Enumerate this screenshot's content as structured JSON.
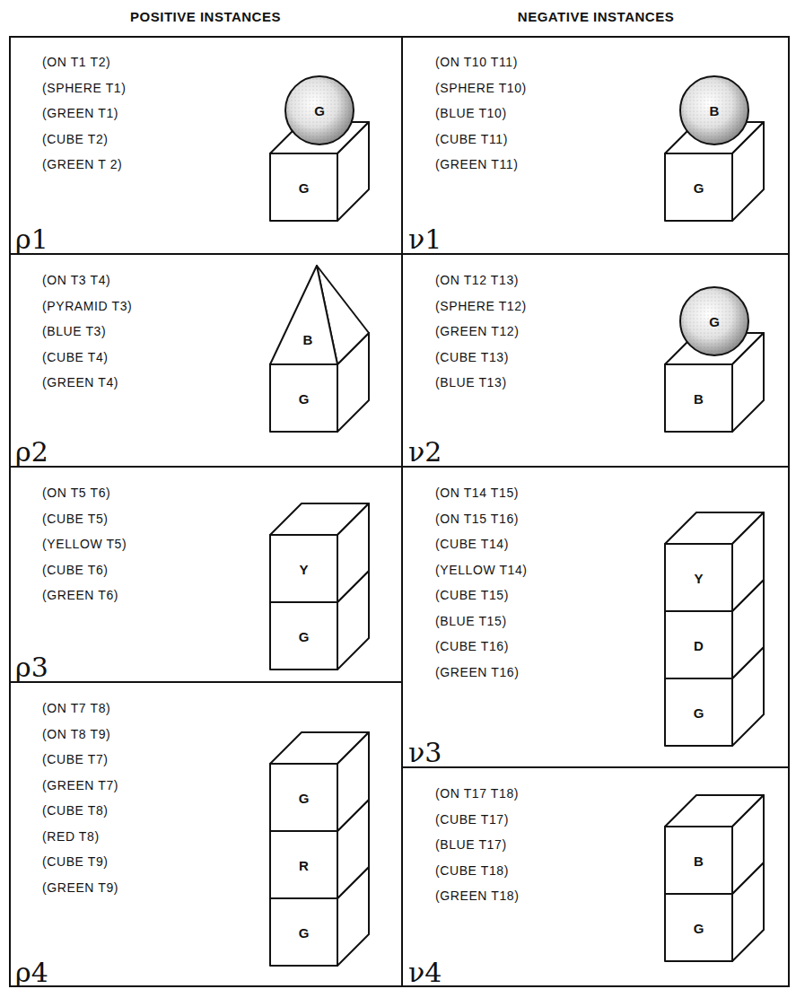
{
  "diagram": {
    "nodes": [
      {
        "text": [
          "(ON T1 T2)",
          "(SPHERE T1)",
          "(GREEN T1)",
          "(CUBE T2)",
          "(GREEN T 2)",
          "ρ1"
        ]
      },
      {
        "text": [
          "G"
        ],
        "in": 0
      },
      {
        "text": [
          "G"
        ],
        "in": 0
      },
      {
        "text": [
          "(ON T10 T11)",
          "(SPHERE T10)",
          "(BLUE T10)",
          "(CUBE T11)",
          "(GREEN T11)",
          "ν1"
        ]
      },
      {
        "text": [
          "B"
        ],
        "in": 3
      },
      {
        "text": [
          "G"
        ],
        "in": 3
      },
      {
        "text": [
          "(ON T3 T4)",
          "(PYRAMID T3)",
          "(BLUE T3)",
          "(CUBE T4)",
          "(GREEN T4)",
          "ρ2"
        ]
      },
      {
        "text": [
          "B"
        ],
        "in": 6
      },
      {
        "text": [
          "G"
        ],
        "in": 6
      },
      {
        "text": [
          "(ON T12 T13)",
          "(SPHERE T12)",
          "(GREEN T12)",
          "(CUBE T13)",
          "(BLUE T13)",
          "ν2"
        ]
      },
      {
        "text": [
          "G"
        ],
        "in": 9
      },
      {
        "text": [
          "B"
        ],
        "in": 9
      },
      {
        "text": [
          "(ON T5 T6)",
          "(CUBE T5)",
          "(YELLOW T5)",
          "(CUBE T6)",
          "(GREEN T6)",
          "ρ3"
        ]
      },
      {
        "text": [
          "Y"
        ],
        "in": 12
      },
      {
        "text": [
          "G"
        ],
        "in": 12
      },
      {
        "text": [
          "(ON T14 T15)",
          "(ON T15 T16)",
          "(CUBE T14)",
          "(YELLOW T14)",
          "(CUBE T15)",
          "(BLUE T15)",
          "(CUBE T16)",
          "(GREEN T16)",
          "ν3"
        ]
      },
      {
        "text": [
          "Y"
        ],
        "in": 15
      },
      {
        "text": [
          "D"
        ],
        "in": 15
      },
      {
        "text": [
          "G"
        ],
        "in": 15
      },
      {
        "text": [
          "(ON T7 T8)",
          "(ON T8 T9)",
          "(CUBE T7)",
          "(GREEN T7)",
          "(CUBE T8)",
          "(RED T8)",
          "(CUBE T9)",
          "(GREEN T9)",
          "ρ4"
        ]
      },
      {
        "text": [
          "G"
        ],
        "in": 19
      },
      {
        "text": [
          "R"
        ],
        "in": 19
      },
      {
        "text": [
          "G"
        ],
        "in": 19
      },
      {
        "text": [
          "(ON T17 T18)",
          "(CUBE T17)",
          "(BLUE T17)",
          "(CUBE T18)",
          "(GREEN T18)",
          "ν4"
        ]
      },
      {
        "text": [
          "B"
        ],
        "in": 23
      },
      {
        "text": [
          "G"
        ],
        "in": 23
      }
    ],
    "labels": [
      "POSITIVE INSTANCES",
      "NEGATIVE INSTANCES"
    ]
  }
}
